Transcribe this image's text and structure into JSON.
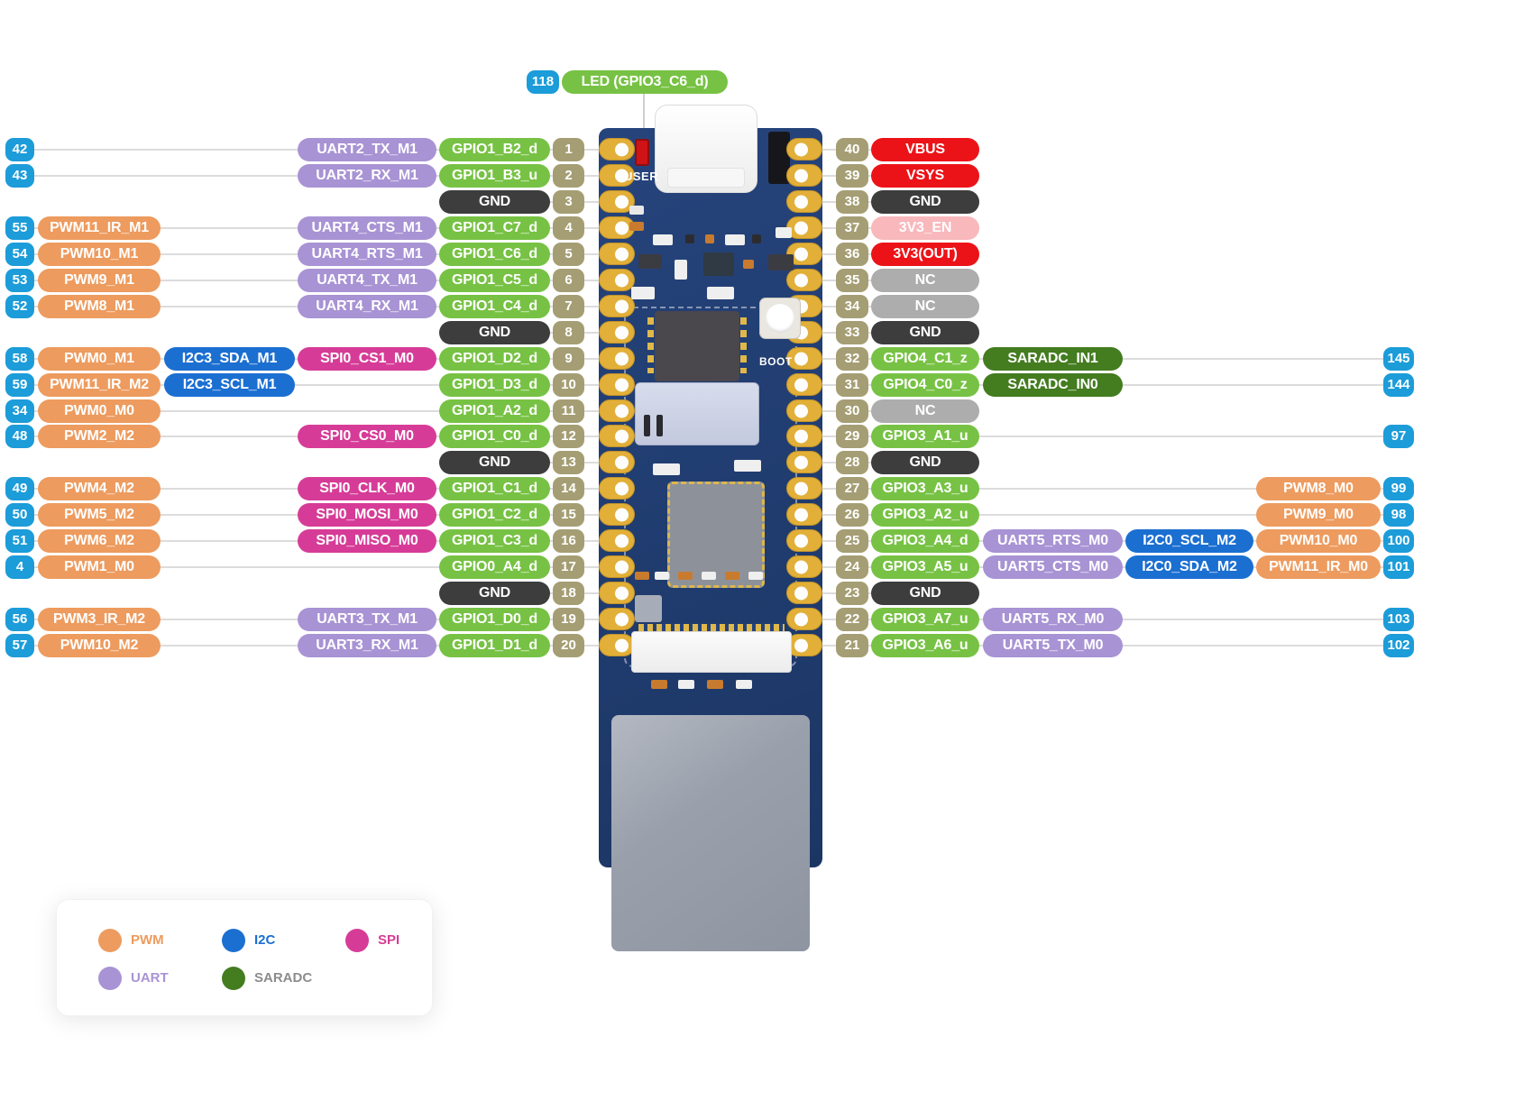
{
  "colors": {
    "pwm": "#ED9B5E",
    "uart": "#A893D4",
    "i2c": "#1B6FD1",
    "spi": "#D63C97",
    "gpio": "#77C244",
    "saradc": "#447C20",
    "gnd": "#3D3D3D",
    "power": "#EC1318",
    "pwren": "#F8B8BC",
    "nc": "#ADADAD",
    "pin_badge": "#A59E74",
    "num_badge": "#1C9CD9",
    "line": "#dcdcdc"
  },
  "top_callout": {
    "number": "118",
    "label": "LED (GPIO3_C6_d)",
    "category": "gpio"
  },
  "board_labels": {
    "user": "USER",
    "boot": "BOOT"
  },
  "legend": [
    {
      "label": "PWM",
      "dot": "#ED9B5E",
      "text": "#ED9B5E",
      "row": 0,
      "col": 0
    },
    {
      "label": "I2C",
      "dot": "#1B6FD1",
      "text": "#1B6FD1",
      "row": 0,
      "col": 1
    },
    {
      "label": "SPI",
      "dot": "#D63C97",
      "text": "#D63C97",
      "row": 0,
      "col": 2
    },
    {
      "label": "UART",
      "dot": "#A893D4",
      "text": "#A893D4",
      "row": 1,
      "col": 0
    },
    {
      "label": "SARADC",
      "dot": "#447C20",
      "text": "#8C8C8C",
      "row": 1,
      "col": 1
    }
  ],
  "left_rows": [
    {
      "pin": "1",
      "num": "42",
      "c": {
        "t": "UART2_TX_M1",
        "k": "uart"
      },
      "d": {
        "t": "GPIO1_B2_d",
        "k": "gpio"
      }
    },
    {
      "pin": "2",
      "num": "43",
      "c": {
        "t": "UART2_RX_M1",
        "k": "uart"
      },
      "d": {
        "t": "GPIO1_B3_u",
        "k": "gpio"
      }
    },
    {
      "pin": "3",
      "d": {
        "t": "GND",
        "k": "gnd"
      }
    },
    {
      "pin": "4",
      "num": "55",
      "a": {
        "t": "PWM11_IR_M1",
        "k": "pwm"
      },
      "c": {
        "t": "UART4_CTS_M1",
        "k": "uart"
      },
      "d": {
        "t": "GPIO1_C7_d",
        "k": "gpio"
      }
    },
    {
      "pin": "5",
      "num": "54",
      "a": {
        "t": "PWM10_M1",
        "k": "pwm"
      },
      "c": {
        "t": "UART4_RTS_M1",
        "k": "uart"
      },
      "d": {
        "t": "GPIO1_C6_d",
        "k": "gpio"
      }
    },
    {
      "pin": "6",
      "num": "53",
      "a": {
        "t": "PWM9_M1",
        "k": "pwm"
      },
      "c": {
        "t": "UART4_TX_M1",
        "k": "uart"
      },
      "d": {
        "t": "GPIO1_C5_d",
        "k": "gpio"
      }
    },
    {
      "pin": "7",
      "num": "52",
      "a": {
        "t": "PWM8_M1",
        "k": "pwm"
      },
      "c": {
        "t": "UART4_RX_M1",
        "k": "uart"
      },
      "d": {
        "t": "GPIO1_C4_d",
        "k": "gpio"
      }
    },
    {
      "pin": "8",
      "d": {
        "t": "GND",
        "k": "gnd"
      }
    },
    {
      "pin": "9",
      "num": "58",
      "a": {
        "t": "PWM0_M1",
        "k": "pwm"
      },
      "b": {
        "t": "I2C3_SDA_M1",
        "k": "i2c"
      },
      "c": {
        "t": "SPI0_CS1_M0",
        "k": "spi"
      },
      "d": {
        "t": "GPIO1_D2_d",
        "k": "gpio"
      }
    },
    {
      "pin": "10",
      "num": "59",
      "a": {
        "t": "PWM11_IR_M2",
        "k": "pwm"
      },
      "b": {
        "t": "I2C3_SCL_M1",
        "k": "i2c"
      },
      "d": {
        "t": "GPIO1_D3_d",
        "k": "gpio"
      }
    },
    {
      "pin": "11",
      "num": "34",
      "a": {
        "t": "PWM0_M0",
        "k": "pwm"
      },
      "d": {
        "t": "GPIO1_A2_d",
        "k": "gpio"
      }
    },
    {
      "pin": "12",
      "num": "48",
      "a": {
        "t": "PWM2_M2",
        "k": "pwm"
      },
      "c": {
        "t": "SPI0_CS0_M0",
        "k": "spi"
      },
      "d": {
        "t": "GPIO1_C0_d",
        "k": "gpio"
      }
    },
    {
      "pin": "13",
      "d": {
        "t": "GND",
        "k": "gnd"
      }
    },
    {
      "pin": "14",
      "num": "49",
      "a": {
        "t": "PWM4_M2",
        "k": "pwm"
      },
      "c": {
        "t": "SPI0_CLK_M0",
        "k": "spi"
      },
      "d": {
        "t": "GPIO1_C1_d",
        "k": "gpio"
      }
    },
    {
      "pin": "15",
      "num": "50",
      "a": {
        "t": "PWM5_M2",
        "k": "pwm"
      },
      "c": {
        "t": "SPI0_MOSI_M0",
        "k": "spi"
      },
      "d": {
        "t": "GPIO1_C2_d",
        "k": "gpio"
      }
    },
    {
      "pin": "16",
      "num": "51",
      "a": {
        "t": "PWM6_M2",
        "k": "pwm"
      },
      "c": {
        "t": "SPI0_MISO_M0",
        "k": "spi"
      },
      "d": {
        "t": "GPIO1_C3_d",
        "k": "gpio"
      }
    },
    {
      "pin": "17",
      "num": "4",
      "a": {
        "t": "PWM1_M0",
        "k": "pwm"
      },
      "d": {
        "t": "GPIO0_A4_d",
        "k": "gpio"
      }
    },
    {
      "pin": "18",
      "d": {
        "t": "GND",
        "k": "gnd"
      }
    },
    {
      "pin": "19",
      "num": "56",
      "a": {
        "t": "PWM3_IR_M2",
        "k": "pwm"
      },
      "c": {
        "t": "UART3_TX_M1",
        "k": "uart"
      },
      "d": {
        "t": "GPIO1_D0_d",
        "k": "gpio"
      }
    },
    {
      "pin": "20",
      "num": "57",
      "a": {
        "t": "PWM10_M2",
        "k": "pwm"
      },
      "c": {
        "t": "UART3_RX_M1",
        "k": "uart"
      },
      "d": {
        "t": "GPIO1_D1_d",
        "k": "gpio"
      }
    }
  ],
  "right_rows": [
    {
      "pin": "40",
      "d": {
        "t": "VBUS",
        "k": "power"
      }
    },
    {
      "pin": "39",
      "d": {
        "t": "VSYS",
        "k": "power"
      }
    },
    {
      "pin": "38",
      "d": {
        "t": "GND",
        "k": "gnd"
      }
    },
    {
      "pin": "37",
      "d": {
        "t": "3V3_EN",
        "k": "pwren"
      }
    },
    {
      "pin": "36",
      "d": {
        "t": "3V3(OUT)",
        "k": "power"
      }
    },
    {
      "pin": "35",
      "d": {
        "t": "NC",
        "k": "nc"
      }
    },
    {
      "pin": "34",
      "d": {
        "t": "NC",
        "k": "nc"
      }
    },
    {
      "pin": "33",
      "d": {
        "t": "GND",
        "k": "gnd"
      }
    },
    {
      "pin": "32",
      "num": "145",
      "d": {
        "t": "GPIO4_C1_z",
        "k": "gpio"
      },
      "c": {
        "t": "SARADC_IN1",
        "k": "saradc"
      }
    },
    {
      "pin": "31",
      "num": "144",
      "d": {
        "t": "GPIO4_C0_z",
        "k": "gpio"
      },
      "c": {
        "t": "SARADC_IN0",
        "k": "saradc"
      }
    },
    {
      "pin": "30",
      "d": {
        "t": "NC",
        "k": "nc"
      }
    },
    {
      "pin": "29",
      "num": "97",
      "d": {
        "t": "GPIO3_A1_u",
        "k": "gpio"
      }
    },
    {
      "pin": "28",
      "d": {
        "t": "GND",
        "k": "gnd"
      }
    },
    {
      "pin": "27",
      "num": "99",
      "d": {
        "t": "GPIO3_A3_u",
        "k": "gpio"
      },
      "a": {
        "t": "PWM8_M0",
        "k": "pwm"
      }
    },
    {
      "pin": "26",
      "num": "98",
      "d": {
        "t": "GPIO3_A2_u",
        "k": "gpio"
      },
      "a": {
        "t": "PWM9_M0",
        "k": "pwm"
      }
    },
    {
      "pin": "25",
      "num": "100",
      "d": {
        "t": "GPIO3_A4_d",
        "k": "gpio"
      },
      "c": {
        "t": "UART5_RTS_M0",
        "k": "uart"
      },
      "b": {
        "t": "I2C0_SCL_M2",
        "k": "i2c"
      },
      "a": {
        "t": "PWM10_M0",
        "k": "pwm"
      }
    },
    {
      "pin": "24",
      "num": "101",
      "d": {
        "t": "GPIO3_A5_u",
        "k": "gpio"
      },
      "c": {
        "t": "UART5_CTS_M0",
        "k": "uart"
      },
      "b": {
        "t": "I2C0_SDA_M2",
        "k": "i2c"
      },
      "a": {
        "t": "PWM11_IR_M0",
        "k": "pwm"
      }
    },
    {
      "pin": "23",
      "d": {
        "t": "GND",
        "k": "gnd"
      }
    },
    {
      "pin": "22",
      "num": "103",
      "d": {
        "t": "GPIO3_A7_u",
        "k": "gpio"
      },
      "c": {
        "t": "UART5_RX_M0",
        "k": "uart"
      }
    },
    {
      "pin": "21",
      "num": "102",
      "d": {
        "t": "GPIO3_A6_u",
        "k": "gpio"
      },
      "c": {
        "t": "UART5_TX_M0",
        "k": "uart"
      }
    }
  ]
}
